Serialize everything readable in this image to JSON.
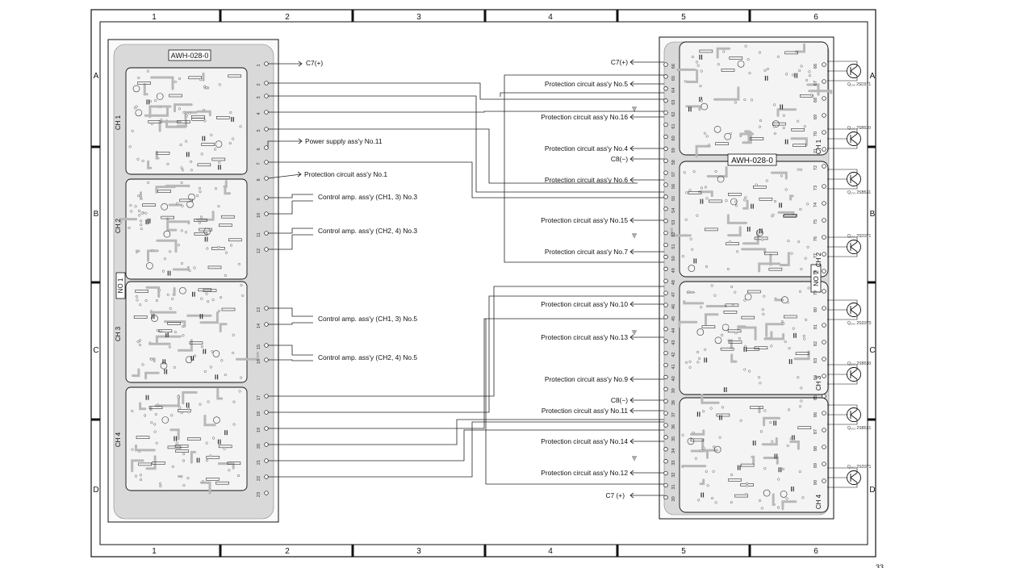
{
  "grid": {
    "columns": [
      "1",
      "2",
      "3",
      "4",
      "5",
      "6"
    ],
    "rows": [
      "A",
      "B",
      "C",
      "D"
    ]
  },
  "page_number": "33",
  "left_board": {
    "assy_label": "AWH-028-0",
    "board_number": "NO 1",
    "channels": [
      "CH 1",
      "CH 2",
      "CH 3",
      "CH 4"
    ],
    "pin_numbers": [
      "1",
      "2",
      "3",
      "4",
      "5",
      "6",
      "7",
      "8",
      "9",
      "10",
      "11",
      "12",
      "13",
      "14",
      "15",
      "16",
      "17",
      "18",
      "19",
      "20",
      "21",
      "22",
      "23"
    ]
  },
  "right_board": {
    "assy_label": "AWH-028-0",
    "board_number": "NO 2",
    "channels": [
      "CH 1",
      "CH 2",
      "CH 3",
      "CH 4"
    ],
    "pin_numbers_left": [
      "66",
      "65",
      "64",
      "63",
      "62",
      "61",
      "60",
      "59",
      "58",
      "57",
      "56",
      "55",
      "54",
      "53",
      "52",
      "51",
      "50",
      "49",
      "48",
      "47",
      "46",
      "45",
      "44",
      "43",
      "42",
      "41",
      "40",
      "39",
      "38",
      "37",
      "36",
      "35",
      "34",
      "33",
      "32",
      "31",
      "30"
    ],
    "pin_numbers_right": [
      "66",
      "67",
      "68",
      "69",
      "70",
      "71",
      "72",
      "73",
      "74",
      "75",
      "76",
      "77",
      "78",
      "79",
      "80",
      "81",
      "82",
      "83",
      "84",
      "85",
      "86",
      "87",
      "88",
      "89",
      "90"
    ]
  },
  "left_connections": [
    "C7(+)",
    "Power supply ass'y No.11",
    "Protection circuit ass'y No.1",
    "Control amp. ass'y (CH1, 3) No.3",
    "Control amp. ass'y (CH2, 4) No.3",
    "Control amp. ass'y (CH1, 3) No.5",
    "Control amp. ass'y (CH2, 4) No.5"
  ],
  "right_connections": [
    "C7(+)",
    "Protection circuit ass'y No.5",
    "Protection circuit ass'y No.16",
    "Protection circuit ass'y No.4",
    "C8(−)",
    "Protection circuit ass'y No.6",
    "Protection circuit ass'y No.15",
    "Protection circuit ass'y No.7",
    "Protection circuit ass'y No.10",
    "Protection circuit ass'y No.13",
    "Protection circuit ass'y No.9",
    "C8(−)",
    "Protection circuit ass'y No.11",
    "Protection circuit ass'y No.14",
    "Protection circuit ass'y No.12",
    "C7 (+)"
  ],
  "transistors": [
    "Q₁₀₃ 2SD371",
    "Q₁₀₃ 2SB530",
    "Q₂₀₃ 2SB531",
    "Q₂₀₂ 2SD371",
    "Q₃₀₂ 2SD370",
    "Q₃₀₃ 2SB530",
    "Q₄₀₃ 2SB531",
    "Q₄₀₂ 2SD371"
  ]
}
